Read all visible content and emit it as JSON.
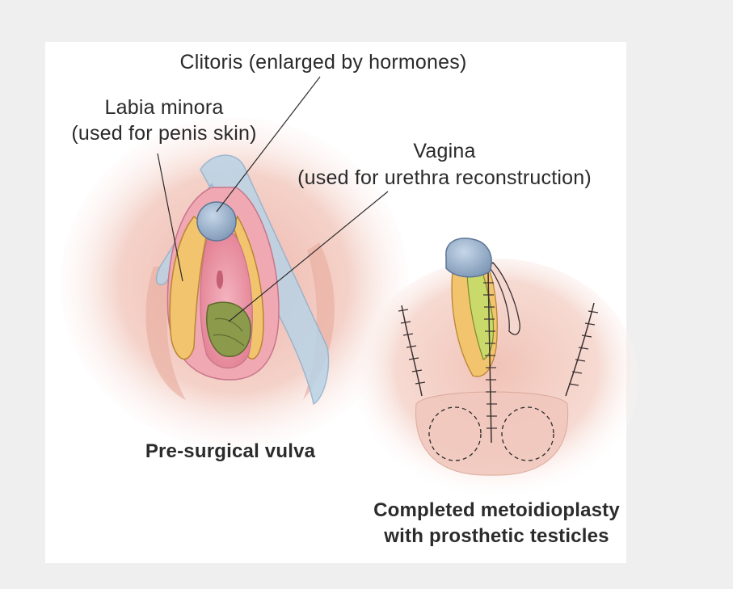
{
  "labels": {
    "clitoris": "Clitoris (enlarged by hormones)",
    "labia_line1": "Labia minora",
    "labia_line2": "(used for penis skin)",
    "vagina_line1": "Vagina",
    "vagina_line2": "(used for urethra reconstruction)"
  },
  "captions": {
    "presurgical": "Pre-surgical vulva",
    "completed_line1": "Completed metoidioplasty",
    "completed_line2": "with prosthetic testicles"
  },
  "colors": {
    "page_background": "#efefef",
    "panel": "#ffffff",
    "skin": "#efc6bc",
    "labia_minora": "#f2c46e",
    "clitoris": "#9fb4cc",
    "vagina": "#8c9a4c",
    "mucosa_pink": "#e58a9a",
    "translucent_blue": "#b9d3e6",
    "graft_green": "#c9d96a"
  }
}
